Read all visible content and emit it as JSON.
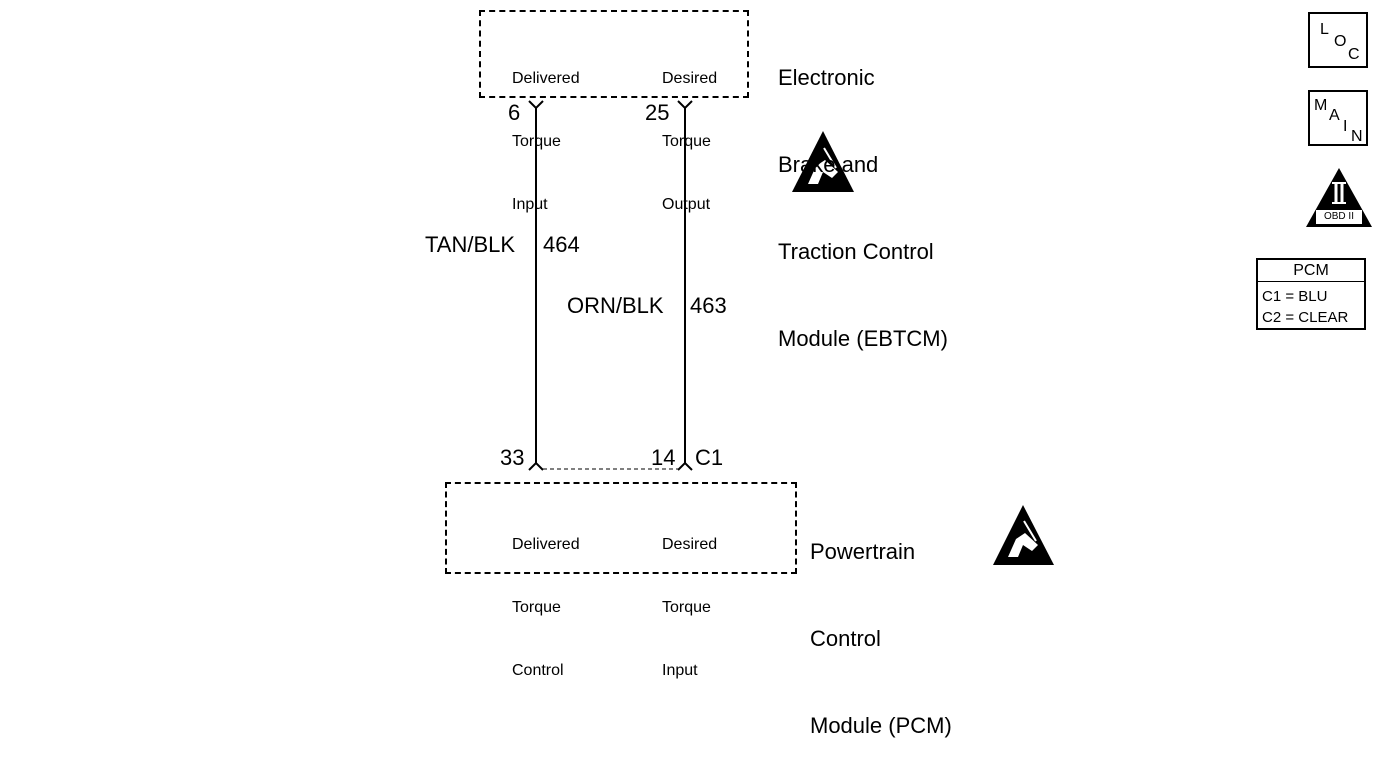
{
  "ebtcm": {
    "name_lines": [
      "Electronic",
      "Brake and",
      "Traction Control",
      "Module (EBTCM)"
    ],
    "left_label": [
      "Delivered",
      "Torque",
      "Input"
    ],
    "right_label": [
      "Desired",
      "Torque",
      "Output"
    ]
  },
  "pcm": {
    "name_lines": [
      "Powertrain",
      "Control",
      "Module (PCM)"
    ],
    "left_label": [
      "Delivered",
      "Torque",
      "Control"
    ],
    "right_label": [
      "Desired",
      "Torque",
      "Input"
    ]
  },
  "wires": [
    {
      "color_code": "TAN/BLK",
      "circuit": "464",
      "top_pin": "6",
      "bottom_pin": "33"
    },
    {
      "color_code": "ORN/BLK",
      "circuit": "463",
      "top_pin": "25",
      "bottom_pin": "14"
    }
  ],
  "connector_label": "C1",
  "icons": {
    "loc": {
      "letters": [
        "L",
        "O",
        "C"
      ]
    },
    "main": {
      "letters": [
        "M",
        "A",
        "I",
        "N"
      ]
    },
    "obd": {
      "numeral": "II",
      "text": "OBD II"
    }
  },
  "pcm_legend": {
    "title": "PCM",
    "rows": [
      "C1 = BLU",
      "C2 = CLEAR"
    ]
  }
}
